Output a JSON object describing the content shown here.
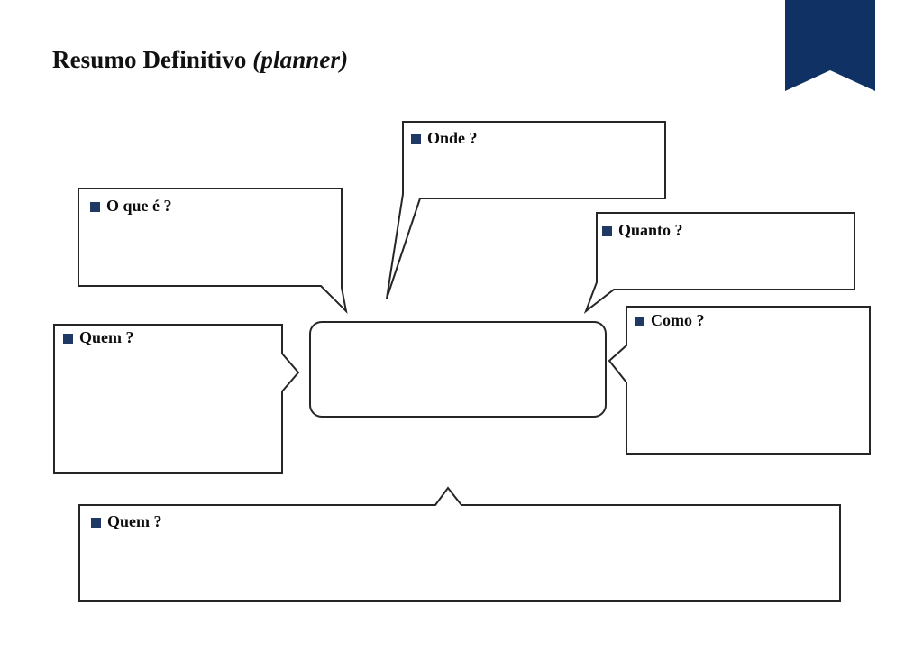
{
  "slide": {
    "title_main": "Resumo Definitivo ",
    "title_italic": "(planner)",
    "background_color": "#ffffff"
  },
  "ribbon": {
    "name": "ribbon-decoration",
    "color": "#0f3163"
  },
  "theme": {
    "bullet_color": "#1f3864",
    "outline_color": "#262626",
    "text_color": "#0d0d0d"
  },
  "callouts": [
    {
      "id": "o-que-e",
      "label": "O que é ?",
      "value": "",
      "placeholder": ""
    },
    {
      "id": "onde",
      "label": "Onde ?",
      "value": "",
      "placeholder": ""
    },
    {
      "id": "quanto",
      "label": "Quanto ?",
      "value": "",
      "placeholder": ""
    },
    {
      "id": "como",
      "label": "Como ?",
      "value": "",
      "placeholder": ""
    },
    {
      "id": "quem",
      "label": "Quem ?",
      "value": "",
      "placeholder": ""
    },
    {
      "id": "quem-bottom",
      "label": "Quem ?",
      "value": "",
      "placeholder": ""
    },
    {
      "id": "center",
      "label": "",
      "value": "",
      "placeholder": ""
    }
  ]
}
